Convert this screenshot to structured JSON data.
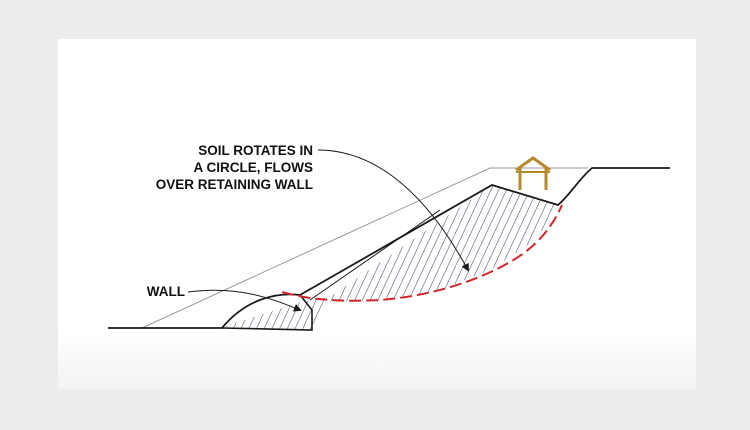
{
  "labels": {
    "soil_line1": "SOIL ROTATES IN",
    "soil_line2": "A CIRCLE, FLOWS",
    "soil_line3": "OVER RETAINING WALL",
    "wall": "WALL"
  },
  "colors": {
    "line": "#1a1a1a",
    "hatch": "#4a4a6a",
    "slip": "#d0262b",
    "gazebo": "#b48a2c",
    "grade": "#9a9a9a"
  }
}
